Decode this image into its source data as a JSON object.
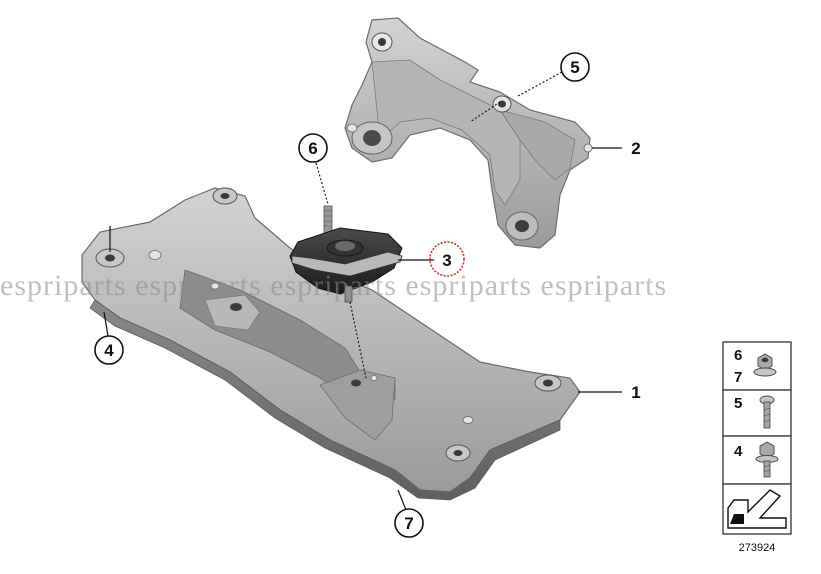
{
  "callouts": {
    "c1": "1",
    "c2": "2",
    "c3": "3",
    "c4": "4",
    "c5": "5",
    "c6": "6",
    "c7": "7"
  },
  "highlight_color": "#c0392b",
  "watermark": "espriparts espriparts espriparts espriparts espriparts",
  "legend": {
    "row1_top": "6",
    "row1_bottom": "7",
    "row2": "5",
    "row3": "4",
    "row1_icon": "flange-nut-icon",
    "row2_icon": "screw-icon",
    "row3_icon": "flange-bolt-icon",
    "row4_icon": "direction-arrow-icon"
  },
  "diagram_id": "273924"
}
